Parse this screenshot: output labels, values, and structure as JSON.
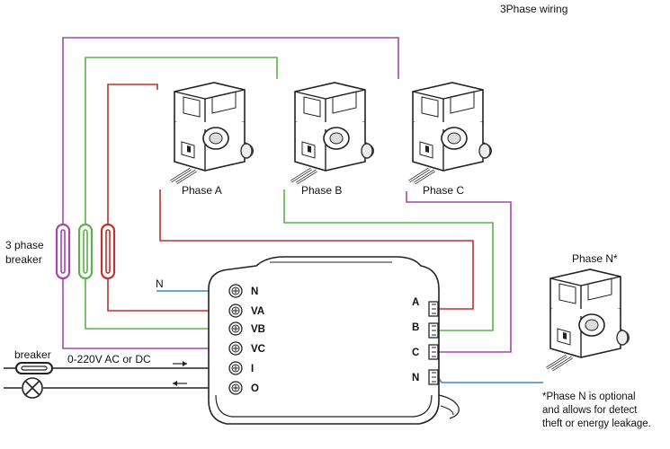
{
  "title": "3Phase wiring",
  "sensors": {
    "phase_a": "Phase A",
    "phase_b": "Phase B",
    "phase_c": "Phase C",
    "phase_n": "Phase N*"
  },
  "breaker_group_label": [
    "3 phase",
    "breaker"
  ],
  "neutral_wire_label": "N",
  "power": {
    "breaker_label": "breaker",
    "supply_label": "0-220V AC or DC"
  },
  "module": {
    "left_terminals": [
      "N",
      "VA",
      "VB",
      "VC",
      "I",
      "O"
    ],
    "right_terminals": [
      "A",
      "B",
      "C",
      "N"
    ]
  },
  "footnote": [
    "*Phase N is optional",
    "and allows for detect",
    "theft or energy leakage."
  ],
  "colors": {
    "phase_a_wire": "#c0302e",
    "phase_b_wire": "#5cb348",
    "phase_c_wire": "#a347a8",
    "neutral_wire": "#3a86c8",
    "device_outline": "#222222"
  }
}
